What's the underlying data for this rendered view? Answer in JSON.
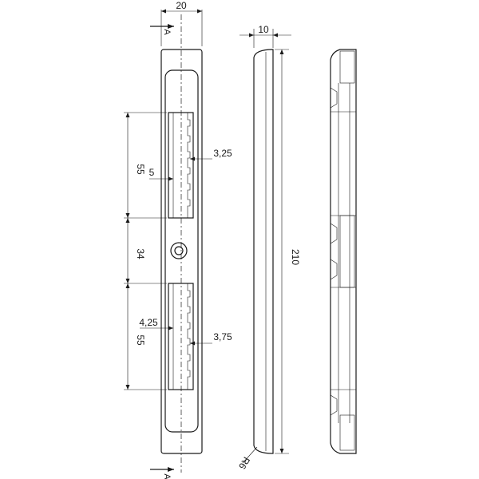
{
  "section_label": "A",
  "dimensions": {
    "width": "20",
    "thickness": "10",
    "overall_length": "210",
    "slot_upper_length": "55",
    "slot_spacing": "34",
    "slot_lower_length": "55",
    "upper_slot_width": "5",
    "upper_slot_depth": "3,25",
    "lower_slot_width": "4,25",
    "lower_slot_depth": "3,75",
    "radius": "R6"
  },
  "colors": {
    "line": "#1a1a1a",
    "background": "#ffffff"
  }
}
